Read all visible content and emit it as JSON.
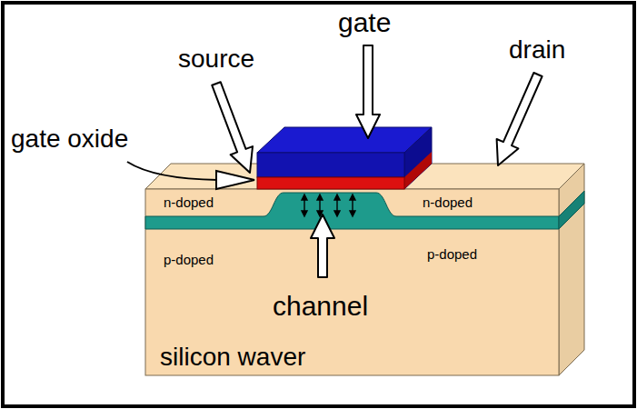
{
  "diagram": {
    "labels": [
      "gate",
      "source",
      "drain",
      "gate oxide",
      "n-doped",
      "n-doped",
      "p-doped",
      "p-doped",
      "channel",
      "silicon waver"
    ]
  }
}
